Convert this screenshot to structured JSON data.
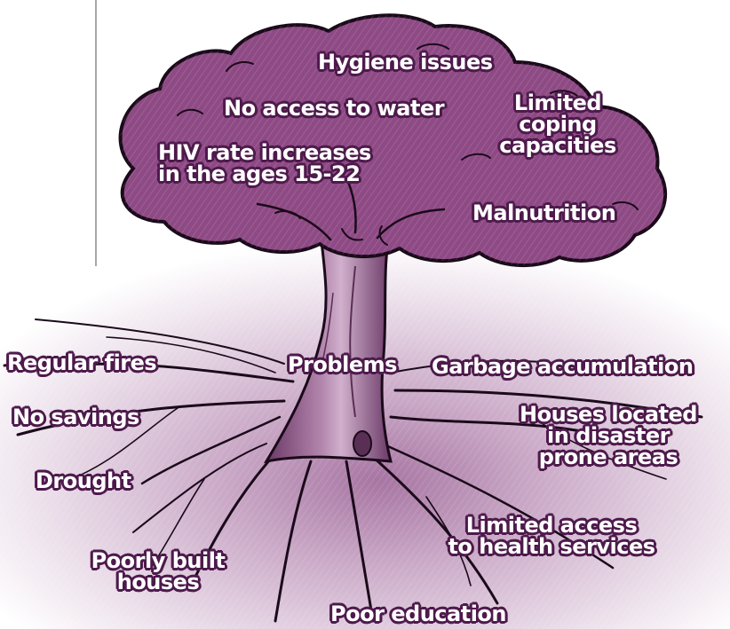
{
  "diagram": {
    "center_label": "Problems",
    "canopy_items": [
      "Hygiene issues",
      "No access to water",
      "Limited coping capacities",
      "HIV rate increases in the ages 15-22",
      "Malnutrition"
    ],
    "canopy": {
      "hygiene": "Hygiene issues",
      "water": "No access to water",
      "coping_l1": "Limited",
      "coping_l2": "coping",
      "coping_l3": "capacities",
      "hiv_l1": "HIV rate increases",
      "hiv_l2": "in the ages 15-22",
      "malnutrition": "Malnutrition"
    },
    "roots": {
      "fires": "Regular fires",
      "savings": "No savings",
      "drought": "Drought",
      "poorly_l1": "Poorly built",
      "poorly_l2": "houses",
      "education": "Poor education",
      "health_l1": "Limited access",
      "health_l2": "to health services",
      "disaster_l1": "Houses located",
      "disaster_l2": "in disaster",
      "disaster_l3": "prone areas",
      "garbage": "Garbage accumulation"
    },
    "colors": {
      "canopy_fill": "#8e4a84",
      "outline": "#1a0a1a",
      "trunk_dark": "#6d3a68",
      "trunk_light": "#b98ab3",
      "ground_glow": "#c8a6c6",
      "label_text": "#ffffff",
      "label_stroke": "#4e1a4c"
    }
  }
}
